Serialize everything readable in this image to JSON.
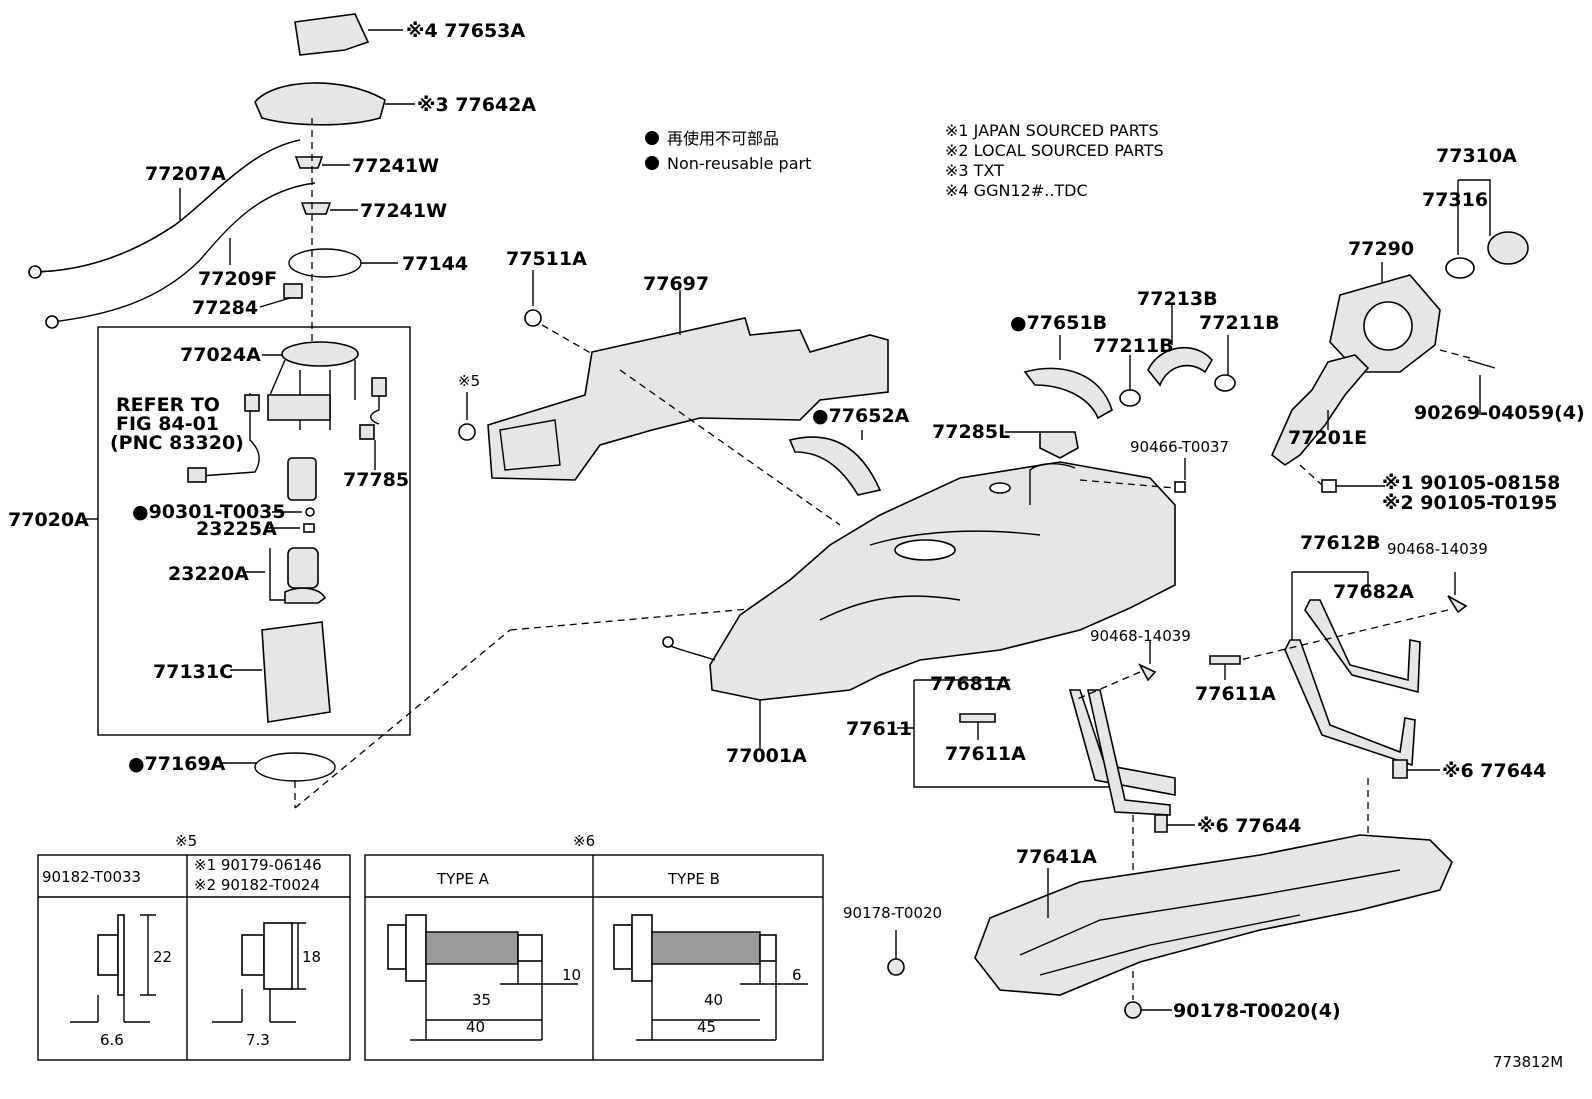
{
  "diagram": {
    "figure_number": "773812M",
    "legend": {
      "non_reusable_jp": "再使用不可部品",
      "non_reusable_en": "Non-reusable part"
    },
    "notes": [
      "※1 JAPAN SOURCED PARTS",
      "※2 LOCAL SOURCED PARTS",
      "※3 TXT",
      "※4 GGN12#..TDC"
    ],
    "refer": [
      "REFER TO",
      "FIG 84-01",
      "(PNC 83320)"
    ],
    "parts": {
      "p77653A": "※4 77653A",
      "p77642A": "※3 77642A",
      "p77207A": "77207A",
      "p77241W_1": "77241W",
      "p77241W_2": "77241W",
      "p77209F": "77209F",
      "p77144": "77144",
      "p77284": "77284",
      "p77024A": "77024A",
      "p77785": "77785",
      "p77020A": "77020A",
      "p90301": "●90301-T0035",
      "p23225A": "23225A",
      "p23220A": "23220A",
      "p77131C": "77131C",
      "p77169A": "●77169A",
      "p77511A": "77511A",
      "p77697": "77697",
      "pN5": "※5",
      "p77651B": "●77651B",
      "p77652A": "●77652A",
      "p77213B": "77213B",
      "p77211B_1": "77211B",
      "p77211B_2": "77211B",
      "p77285L": "77285L",
      "p90466": "90466-T0037",
      "p77310A": "77310A",
      "p77316": "77316",
      "p77290": "77290",
      "p77201E": "77201E",
      "p90269": "90269-04059(4)",
      "p90105_1": "※1 90105-08158",
      "p90105_2": "※2 90105-T0195",
      "p77612B": "77612B",
      "p90468_1": "90468-14039",
      "p77682A": "77682A",
      "p90468_2": "90468-14039",
      "p77611A_1": "77611A",
      "p77681A": "77681A",
      "p77611": "77611",
      "p77611A_2": "77611A",
      "p77001A": "77001A",
      "p77644_1": "※6 77644",
      "p77644_2": "※6 77644",
      "p77641A": "77641A",
      "p90178_1": "90178-T0020",
      "p90178_2": "90178-T0020(4)"
    },
    "table5": {
      "mark": "※5",
      "col1_header": "90182-T0033",
      "col2_header_1": "※1 90179-06146",
      "col2_header_2": "※2 90182-T0024",
      "dim_a_h": "22",
      "dim_a_w": "6.6",
      "dim_b_h": "18",
      "dim_b_w": "7.3"
    },
    "table6": {
      "mark": "※6",
      "type_a": "TYPE A",
      "type_b": "TYPE B",
      "a_dims": [
        "10",
        "35",
        "40"
      ],
      "b_dims": [
        "6",
        "40",
        "45"
      ]
    }
  }
}
